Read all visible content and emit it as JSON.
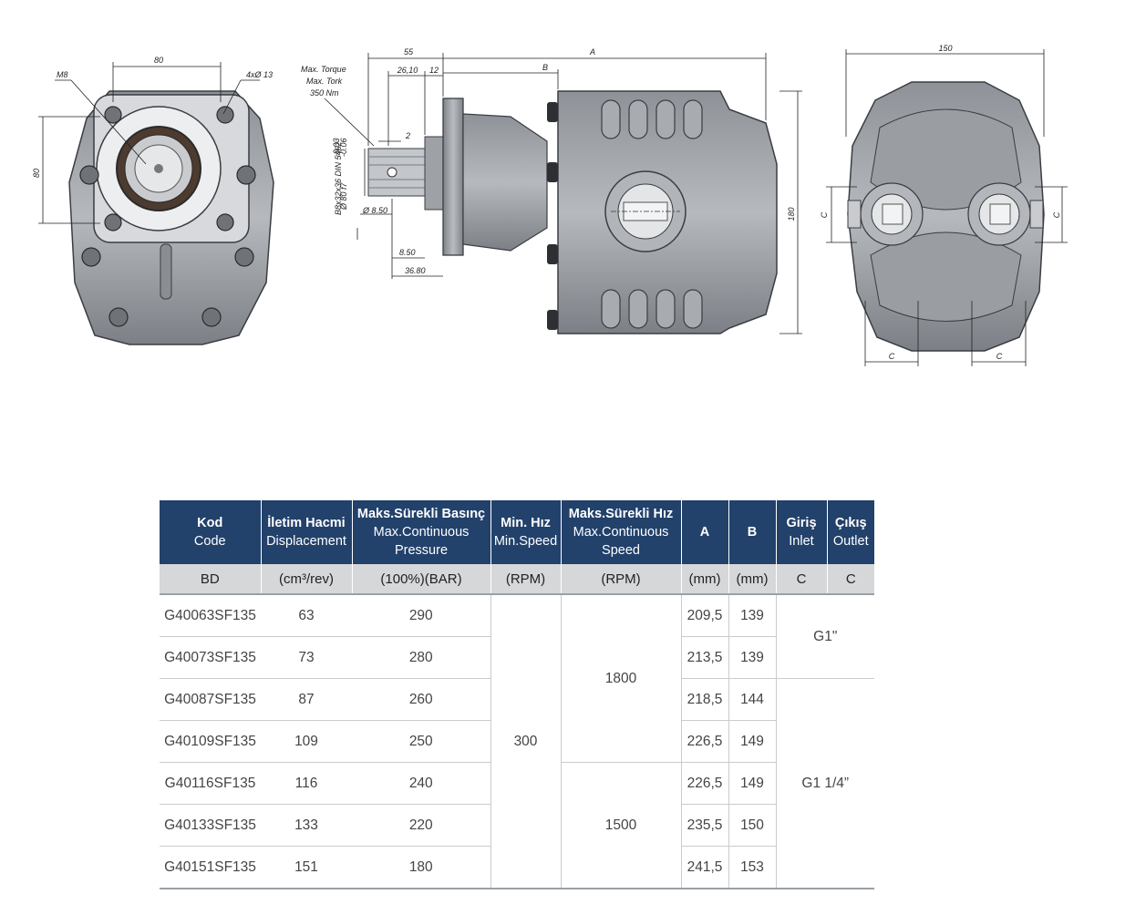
{
  "front_view": {
    "dim_top": "80",
    "dim_left": "80",
    "thread_label": "M8",
    "hole_label": "4xØ 13"
  },
  "side_view": {
    "torque_lines": [
      "Max. Torque",
      "Max. Tork",
      "350 Nm"
    ],
    "dim_55": "55",
    "dim_2610": "26,10",
    "dim_12": "12",
    "dim_A": "A",
    "dim_B": "B",
    "dim_2": "2",
    "tol_upper": "-0.03",
    "tol_lower": "-0.06",
    "dia_80": "Ø 80 f7",
    "spline": "B8x32x36 DIN 5462",
    "dia_850": "Ø 8.50",
    "dim_850": "8.50",
    "dim_3680": "36.80",
    "dim_180": "180"
  },
  "rear_view": {
    "dim_150": "150",
    "dim_c": "C"
  },
  "table": {
    "headers": [
      {
        "tr": "Kod",
        "en": "Code"
      },
      {
        "tr": "İletim Hacmi",
        "en": "Displacement"
      },
      {
        "tr": "Maks.Sürekli Basınç",
        "en": "Max.Continuous Pressure"
      },
      {
        "tr": "Min. Hız",
        "en": "Min.Speed"
      },
      {
        "tr": "Maks.Sürekli Hız",
        "en": "Max.Continuous Speed"
      },
      {
        "tr": "A",
        "en": ""
      },
      {
        "tr": "B",
        "en": ""
      },
      {
        "tr": "Giriş",
        "en": "Inlet"
      },
      {
        "tr": "Çıkış",
        "en": "Outlet"
      }
    ],
    "units": [
      "BD",
      "(cm³/rev)",
      "(100%)(BAR)",
      "(RPM)",
      "(RPM)",
      "(mm)",
      "(mm)",
      "C",
      "C"
    ],
    "rows": [
      {
        "code": "G40063SF135",
        "disp": "63",
        "pressure": "290",
        "A": "209,5",
        "B": "139"
      },
      {
        "code": "G40073SF135",
        "disp": "73",
        "pressure": "280",
        "A": "213,5",
        "B": "139"
      },
      {
        "code": "G40087SF135",
        "disp": "87",
        "pressure": "260",
        "A": "218,5",
        "B": "144"
      },
      {
        "code": "G40109SF135",
        "disp": "109",
        "pressure": "250",
        "A": "226,5",
        "B": "149"
      },
      {
        "code": "G40116SF135",
        "disp": "116",
        "pressure": "240",
        "A": "226,5",
        "B": "149"
      },
      {
        "code": "G40133SF135",
        "disp": "133",
        "pressure": "220",
        "A": "235,5",
        "B": "150"
      },
      {
        "code": "G40151SF135",
        "disp": "151",
        "pressure": "180",
        "A": "241,5",
        "B": "153"
      }
    ],
    "min_speed": "300",
    "max_speed_1": "1800",
    "max_speed_2": "1500",
    "port_1": "G1\"",
    "port_2": "G1 1/4”"
  }
}
